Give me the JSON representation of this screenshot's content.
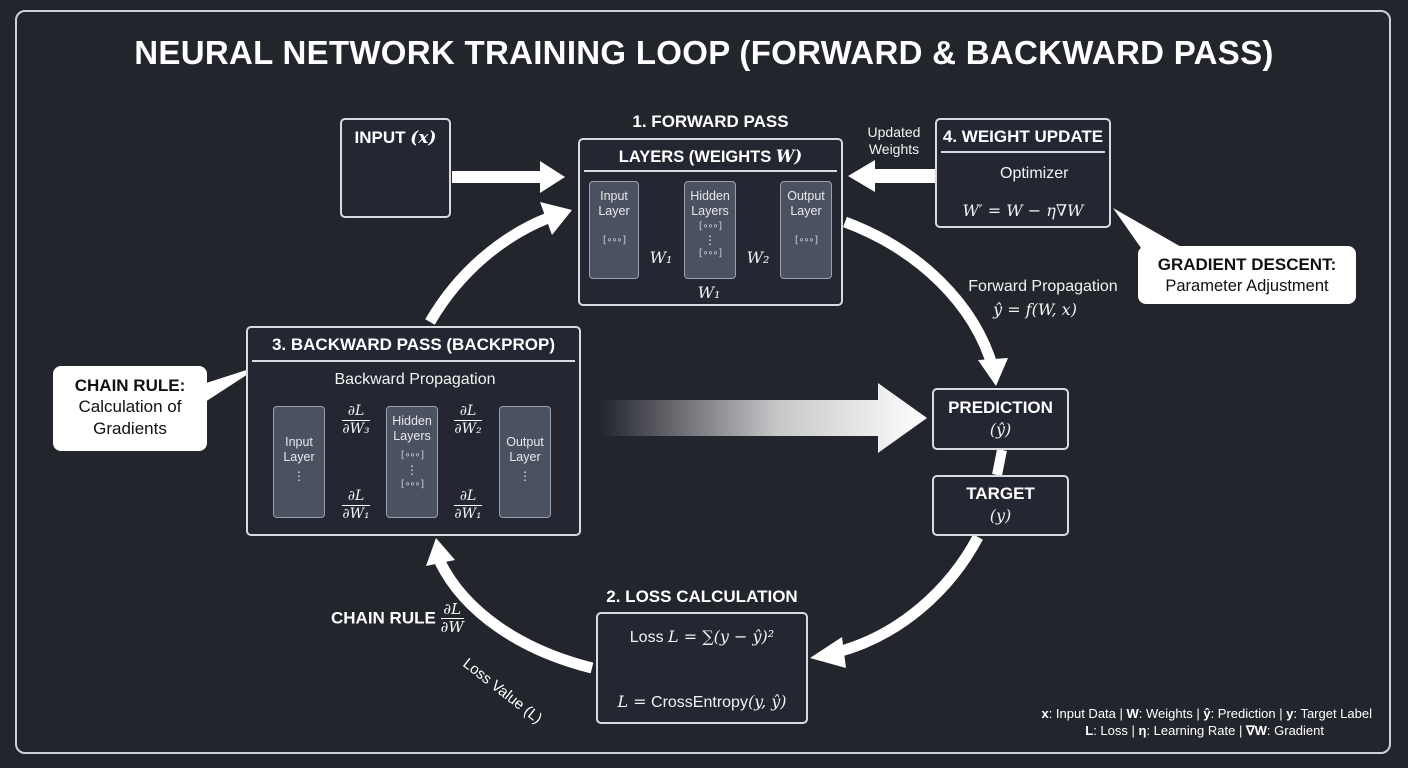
{
  "title": "NEURAL NETWORK TRAINING LOOP (FORWARD & BACKWARD PASS)",
  "input": {
    "header_text": "INPUT",
    "header_var": "(x)"
  },
  "forward": {
    "step_label": "1. FORWARD PASS",
    "header_text": "LAYERS (WEIGHTS",
    "header_var": "W)",
    "input_layer": [
      "Input",
      "Layer"
    ],
    "hidden_layers": [
      "Hidden",
      "Layers"
    ],
    "output_layer": [
      "Output",
      "Layer"
    ],
    "w1": "W₁",
    "w2": "W₂",
    "w_skip": "W₁"
  },
  "weight_update": {
    "step_label": "4. WEIGHT UPDATE",
    "optimizer": "Optimizer",
    "formula": "W′ = W − η∇W",
    "updated_weights": [
      "Updated",
      "Weights"
    ]
  },
  "gradient_descent": {
    "title": "GRADIENT DESCENT:",
    "subtitle": "Parameter Adjustment"
  },
  "forward_propagation": {
    "label": "Forward Propagation",
    "formula": "ŷ = f(W, x)"
  },
  "prediction": {
    "label": "PREDICTION",
    "symbol": "(ŷ)"
  },
  "target": {
    "label": "TARGET",
    "symbol": "(y)"
  },
  "loss": {
    "step_label": "2. LOSS CALCULATION",
    "formula1_prefix": "Loss",
    "formula1_math": "L = ∑(y − ŷ)²",
    "formula2_prefix": "L =",
    "formula2_mid": "CrossEntropy",
    "formula2_args": "(y, ŷ)"
  },
  "backward": {
    "header": "3. BACKWARD PASS (BACKPROP)",
    "propagation_label": "Backward Propagation",
    "input_layer": [
      "Input",
      "Layer"
    ],
    "hidden_layers": [
      "Hidden",
      "Layers"
    ],
    "output_layer": [
      "Output",
      "Layer"
    ],
    "g_w3": {
      "num": "∂L",
      "den": "∂W₃"
    },
    "g_w2": {
      "num": "∂L",
      "den": "∂W₂"
    },
    "g_w1a": {
      "num": "∂L",
      "den": "∂W₁"
    },
    "g_w1b": {
      "num": "∂L",
      "den": "∂W₁"
    }
  },
  "chain_rule_callout": {
    "title": "CHAIN RULE:",
    "line1": "Calculation of",
    "line2": "Gradients"
  },
  "chain_rule_bottom": {
    "label": "CHAIN RULE",
    "num": "∂L",
    "den": "∂W"
  },
  "loss_value": "Loss Value (L)",
  "legend": {
    "line1": [
      {
        "key": "x",
        "desc": ": Input Data | "
      },
      {
        "key": "W",
        "desc": ": Weights | "
      },
      {
        "key": "ŷ",
        "desc": ": Prediction | "
      },
      {
        "key": "y",
        "desc": ": Target Label"
      }
    ],
    "line2": [
      {
        "key": "L",
        "desc": ": Loss | "
      },
      {
        "key": "η",
        "desc": ": Learning Rate | "
      },
      {
        "key": "∇W",
        "desc": ": Gradient"
      }
    ]
  },
  "colors": {
    "background": "#23252d",
    "box_fill": "#242731",
    "layer_fill": "#4a5160",
    "arrow": "#ffffff"
  }
}
